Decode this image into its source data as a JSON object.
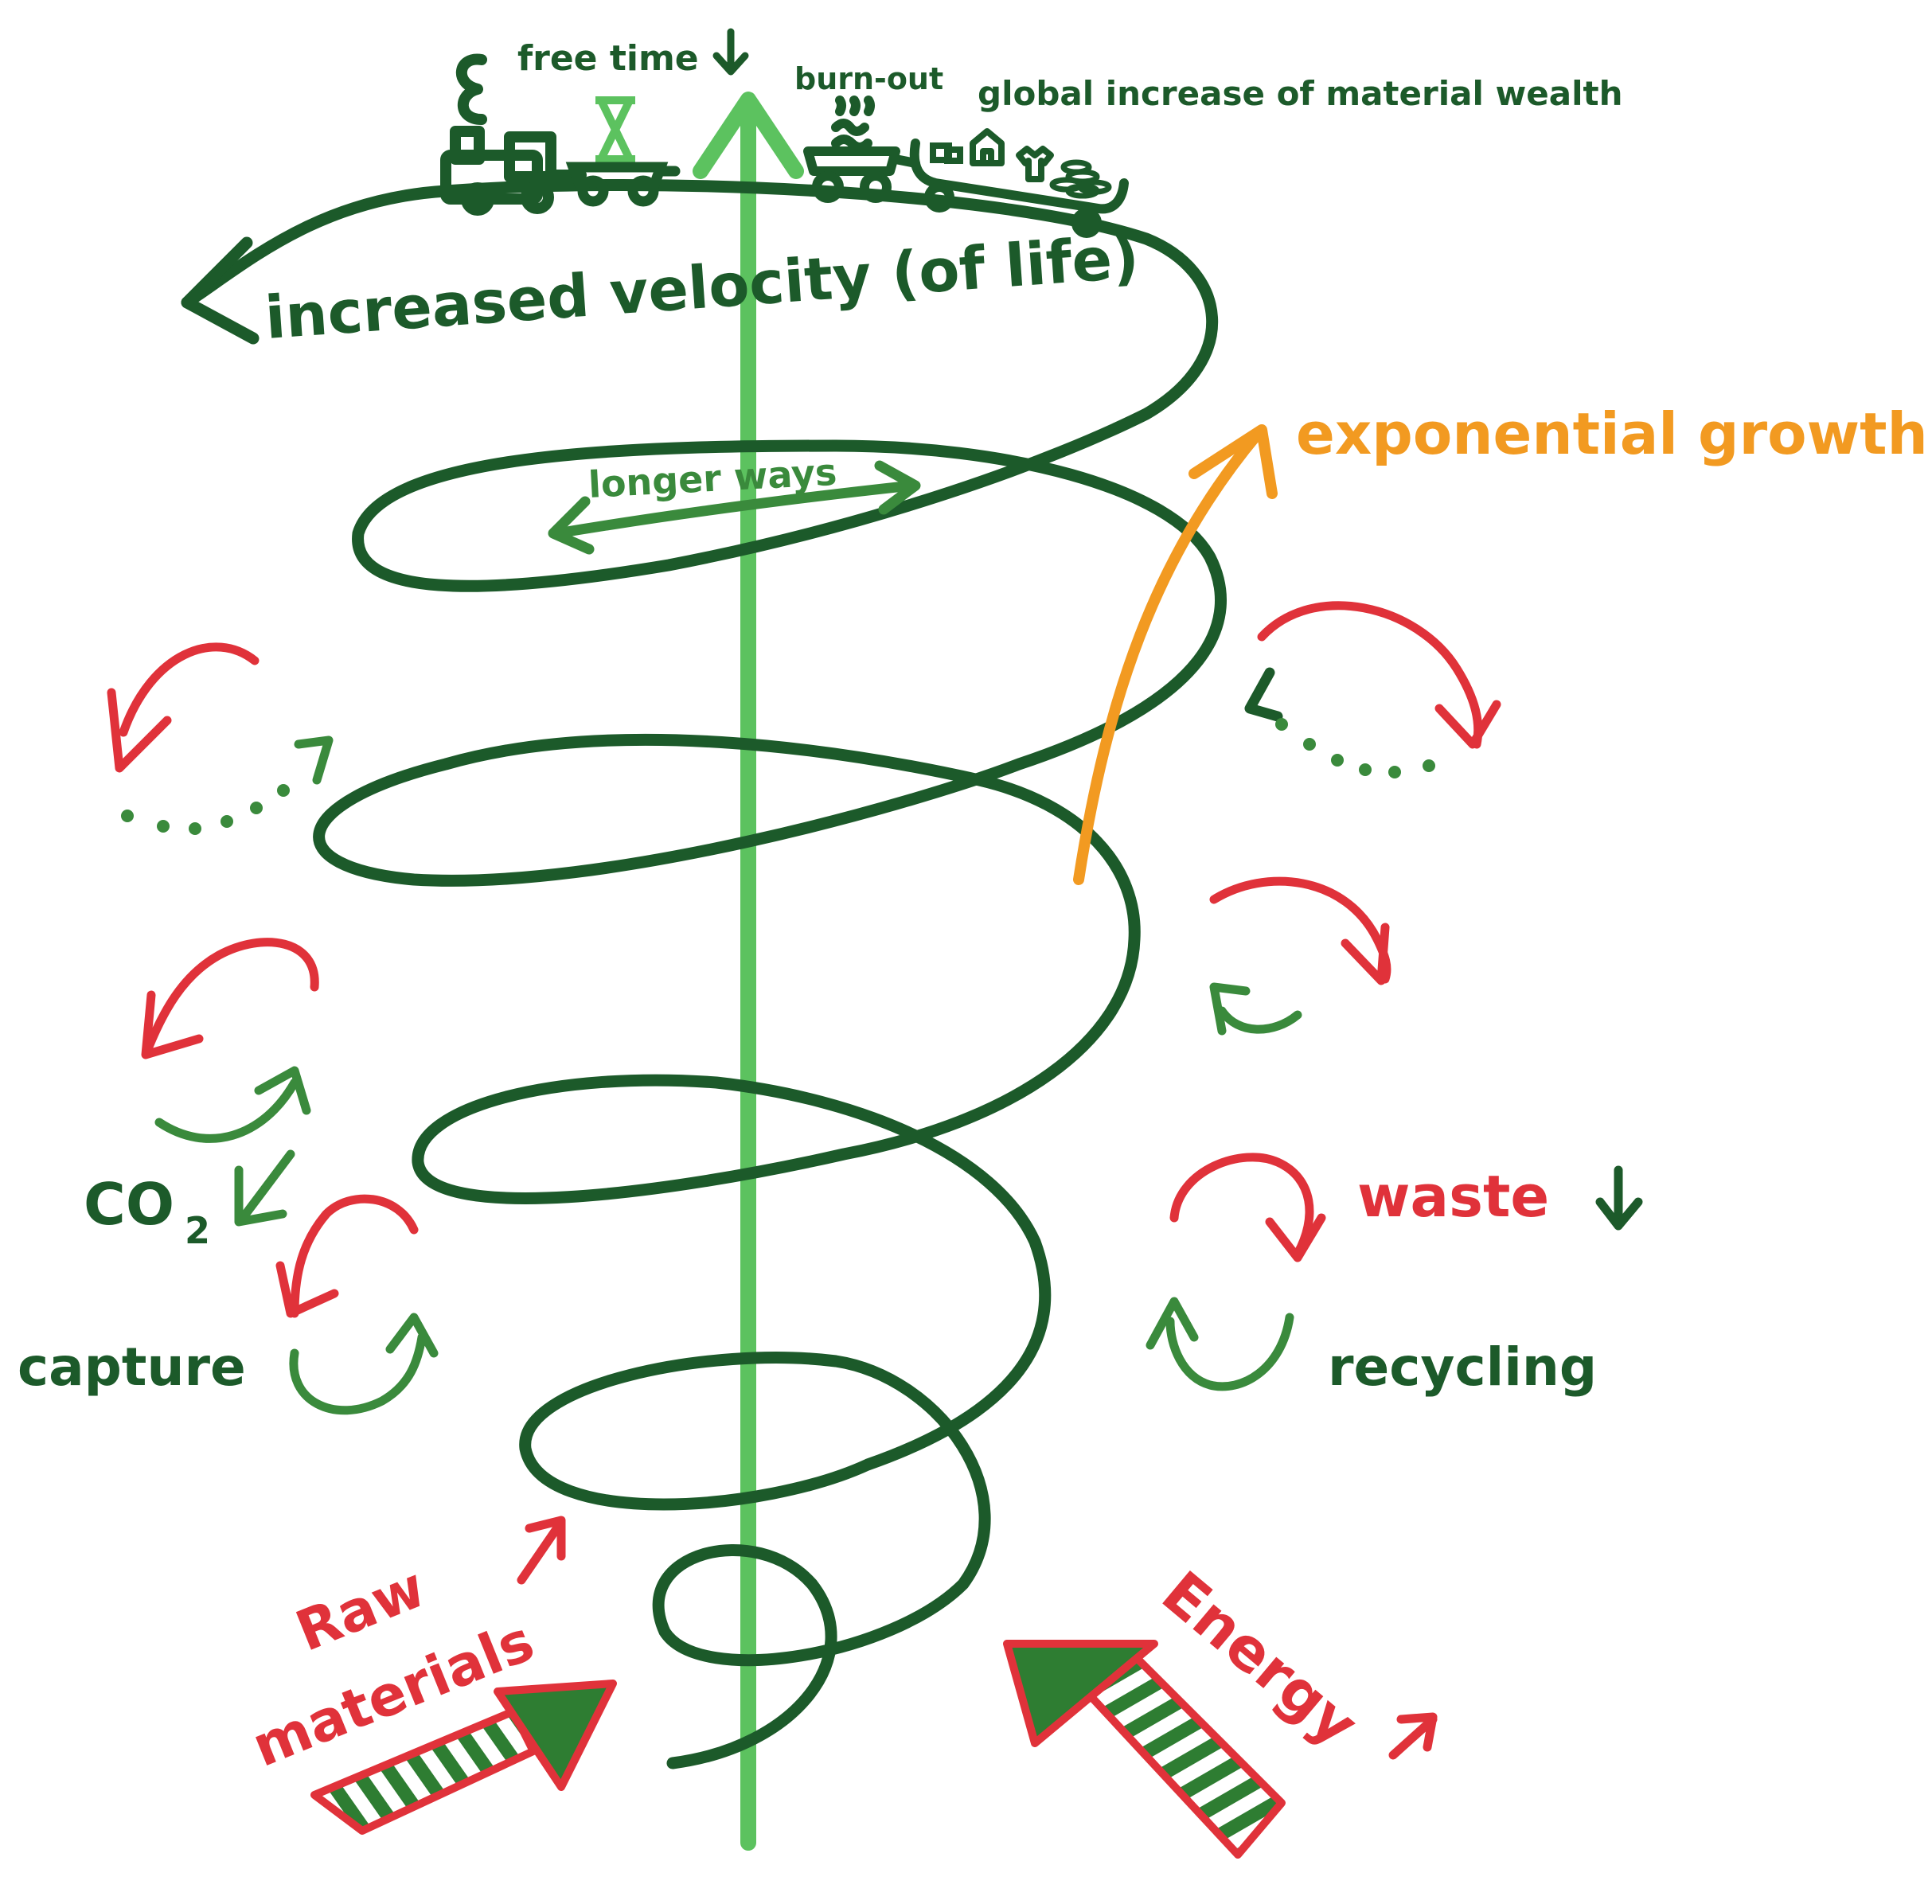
{
  "labels": {
    "free_time": "free time",
    "burn_out": "burn-out",
    "global_wealth": "global increase of material wealth",
    "increased_velocity": "increased velocity (of life)",
    "exponential_growth": "exponential growth",
    "longer_ways": "longer ways",
    "co2_main": "CO",
    "co2_sub": "2",
    "capture": "capture",
    "waste": "waste",
    "recycling": "recycling",
    "raw_1": "Raw",
    "raw_2": "materials",
    "energy": "Energy"
  },
  "colors": {
    "dark_green": "#1c5a2a",
    "mid_green": "#3a8a3c",
    "light_green": "#5cc25f",
    "red": "#e0323a",
    "orange": "#f29a21"
  },
  "icons": [
    "steam-locomotive-icon",
    "hourglass-icon",
    "steaming-wagon-icon",
    "cargo-wagon-icon",
    "house-icon",
    "shirt-icon",
    "coin-pile-icon"
  ]
}
